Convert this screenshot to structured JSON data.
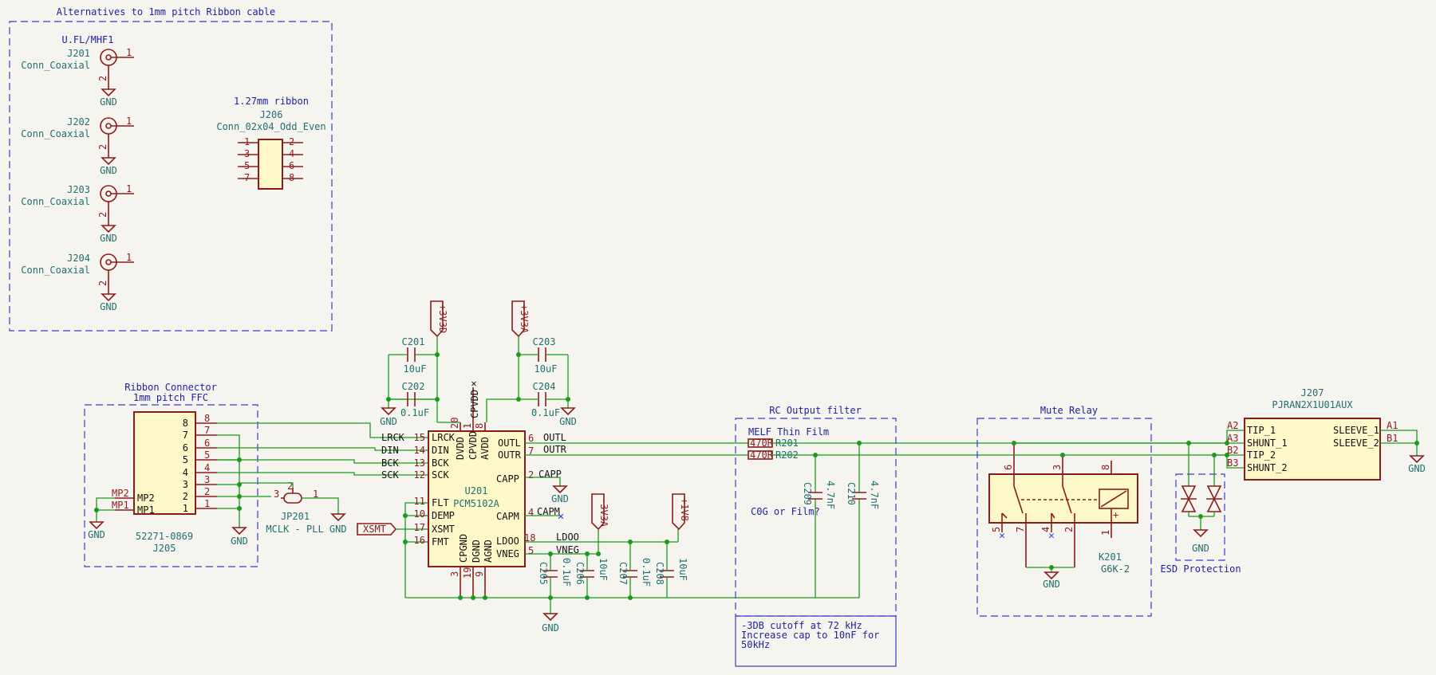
{
  "texts": {
    "alt_title": "Alternatives to 1mm pitch Ribbon cable",
    "ufl": "U.FL/MHF1",
    "coax": "Conn_Coaxial",
    "j201": "J201",
    "j202": "J202",
    "j203": "J203",
    "j204": "J204",
    "gnd": "GND",
    "ribbon127": "1.27mm ribbon",
    "j206": "J206",
    "j206_val": "Conn_02x04_Odd_Even",
    "ribbon_conn": "Ribbon Connector",
    "ffc": "1mm pitch FFC",
    "j205_val": "52271-0869",
    "j205": "J205",
    "mp1": "MP1",
    "mp2": "MP2",
    "jp201": "JP201",
    "mclk": "MCLK - PLL GND",
    "c201": "C201",
    "c202": "C202",
    "c203": "C203",
    "c204": "C204",
    "c205": "C205",
    "c206": "C206",
    "c207": "C207",
    "c208": "C208",
    "c209": "C209",
    "c210": "C210",
    "v10uf": "10uF",
    "v01uf": "0.1uF",
    "v47nf": "4.7nF",
    "p3v3d": "+3V3D",
    "p3v3a": "+3V3A",
    "m3v3a": "-3V3A",
    "p1v8": "+1V8",
    "u201": "U201",
    "pcm": "PCM5102A",
    "lrck": "LRCK",
    "din": "DIN",
    "bck": "BCK",
    "sck": "SCK",
    "flt": "FLT",
    "demp": "DEMP",
    "xsmt": "XSMT",
    "fmt": "FMT",
    "dvdd": "DVDD",
    "cpvdd": "CPVDD",
    "avdd": "AVDD",
    "outl": "OUTL",
    "outr": "OUTR",
    "capp": "CAPP",
    "capm": "CAPM",
    "ldoo": "LDOO",
    "vneg": "VNEG",
    "cpgnd": "CPGND",
    "dgnd": "DGND",
    "agnd": "AGND",
    "rc_filter": "RC Output filter",
    "melf": "MELF Thin Film",
    "r201": "R201",
    "r202": "R202",
    "r470": "470R",
    "cog": "C0G or Film?",
    "cutoff1": "-3DB cutoff at 72 kHz",
    "cutoff2": "Increase cap to 10nF for",
    "cutoff3": "50kHz",
    "mute": "Mute Relay",
    "k201": "K201",
    "g6k": "G6K-2",
    "esd": "ESD Protection",
    "j207": "J207",
    "pjran": "PJRAN2X1U01AUX",
    "tip1": "TIP_1",
    "shunt1": "SHUNT_1",
    "tip2": "TIP_2",
    "shunt2": "SHUNT_2",
    "sleeve1": "SLEEVE_1",
    "sleeve2": "SLEEVE_2",
    "a1": "A1",
    "a2": "A2",
    "a3": "A3",
    "b1": "B1",
    "b2": "B2",
    "b3": "B3"
  },
  "pins": {
    "n1": "1",
    "n2": "2",
    "n3": "3",
    "n4": "4",
    "n5": "5",
    "n6": "6",
    "n7": "7",
    "n8": "8",
    "n9": "9",
    "n10": "10",
    "n11": "11",
    "n12": "12",
    "n13": "13",
    "n14": "14",
    "n15": "15",
    "n16": "16",
    "n17": "17",
    "n18": "18",
    "n19": "19",
    "n20": "20"
  }
}
